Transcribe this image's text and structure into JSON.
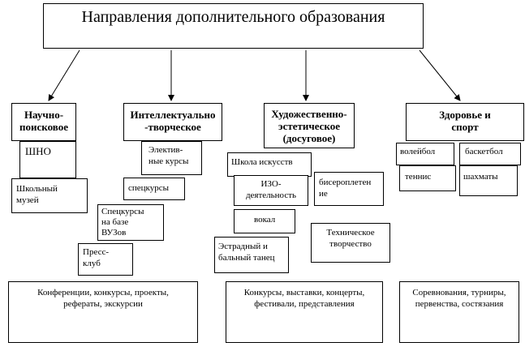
{
  "title": "Направления дополнительного образования",
  "categories": {
    "science": "Научно-\nпоисковое",
    "intellect": "Интеллектуально\n-творческое",
    "art": "Художественно-\nэстетическое\n(досуговое)",
    "sport": "Здоровье и\nспорт"
  },
  "science_items": {
    "shno": "ШНО",
    "museum": "Школьный\nмузей"
  },
  "intellect_items": {
    "electives": "Электив-\nные курсы",
    "special_courses": "спецкурсы",
    "university": "Спецкурсы\nна базе\nВУЗов",
    "press": "Пресс-\nклуб"
  },
  "art_items": {
    "art_school": "Школа искусств",
    "iso": "ИЗО-\nдеятельность",
    "beading": "бисероплетен\nие",
    "vocal": "вокал",
    "technical": "Техническое\nтворчество",
    "dance": "Эстрадный и\nбальный танец"
  },
  "sport_items": {
    "volleyball": "волейбол",
    "basketball": "баскетбол",
    "tennis": "теннис",
    "chess": "шахматы"
  },
  "bottom": {
    "left": "Конференции, конкурсы, проекты,\nрефераты, экскурсии",
    "middle": "Конкурсы, выставки, концерты,\nфестивали, представления",
    "right": "Соревнования, турниры,\nпервенства, состязания"
  }
}
